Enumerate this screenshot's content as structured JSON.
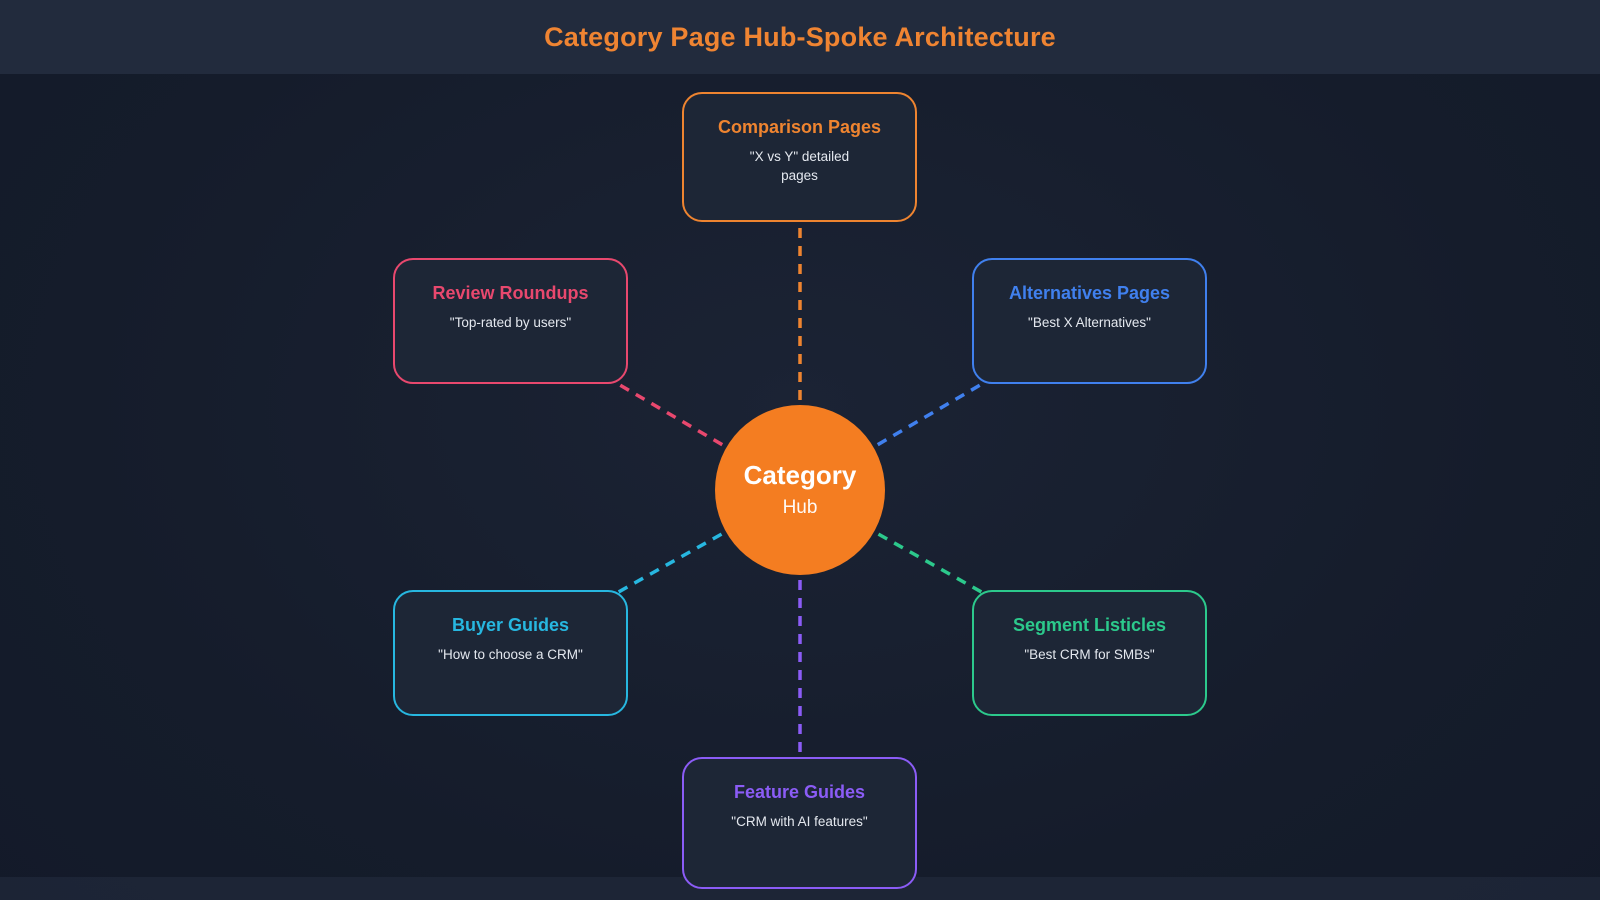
{
  "header": {
    "title": "Category Page Hub-Spoke Architecture",
    "title_color": "#ef8432"
  },
  "hub": {
    "title": "Category",
    "subtitle": "Hub",
    "fill_color": "#f47d21"
  },
  "spokes": [
    {
      "id": "comparison-pages",
      "title": "Comparison Pages",
      "subtitle": "\"X vs Y\" detailed pages",
      "color": "#ee8430",
      "position": "top"
    },
    {
      "id": "review-roundups",
      "title": "Review Roundups",
      "subtitle": "\"Top-rated by users\"",
      "color": "#e8486e",
      "position": "upper-left"
    },
    {
      "id": "alternatives-pages",
      "title": "Alternatives Pages",
      "subtitle": "\"Best X Alternatives\"",
      "color": "#4080ee",
      "position": "upper-right"
    },
    {
      "id": "buyer-guides",
      "title": "Buyer Guides",
      "subtitle": "\"How to choose a CRM\"",
      "color": "#27b7e0",
      "position": "lower-left"
    },
    {
      "id": "segment-listicles",
      "title": "Segment Listicles",
      "subtitle": "\"Best CRM for SMBs\"",
      "color": "#2cc98c",
      "position": "lower-right"
    },
    {
      "id": "feature-guides",
      "title": "Feature Guides",
      "subtitle": "\"CRM with AI features\"",
      "color": "#8b5cf6",
      "position": "bottom"
    }
  ]
}
